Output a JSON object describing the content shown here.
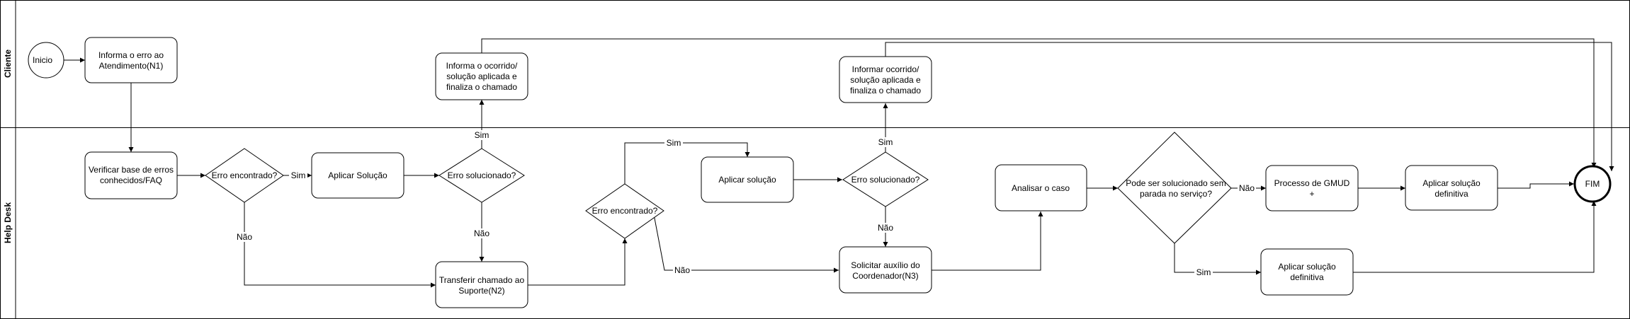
{
  "lanes": {
    "cliente": "Cliente",
    "help_desk": "Help Desk"
  },
  "nodes": {
    "inicio": "Inicio",
    "informa_erro_1": "Informa o erro ao",
    "informa_erro_2": "Atendimento(N1)",
    "verificar_1": "Verificar base de erros",
    "verificar_2": "conhecidos/FAQ",
    "erro_encontrado_1": "Erro encontrado?",
    "aplicar_solucao_1": "Aplicar Solução",
    "erro_solucionado_1": "Erro solucionado?",
    "informa_ocorrido_1a": "Informa o ocorrido/",
    "informa_ocorrido_1b": "solução aplicada e",
    "informa_ocorrido_1c": "finaliza o chamado",
    "transferir_1": "Transferir chamado ao",
    "transferir_2": "Suporte(N2)",
    "erro_encontrado_2": "Erro encontrado?",
    "aplicar_solucao_2": "Aplicar solução",
    "erro_solucionado_2": "Erro solucionado?",
    "informar_ocorrido_2a": "Informar ocorrido/",
    "informar_ocorrido_2b": "solução aplicada e",
    "informar_ocorrido_2c": "finaliza o chamado",
    "solicitar_1": "Solicitar auxílio do",
    "solicitar_2": "Coordenador(N3)",
    "analisar": "Analisar o caso",
    "pode_ser_1": "Pode ser solucionado sem",
    "pode_ser_2": "parada no serviço?",
    "gmud_1": "Processo de GMUD",
    "gmud_2": "+",
    "aplicar_definitiva_1a": "Aplicar solução",
    "aplicar_definitiva_1b": "definitiva",
    "aplicar_definitiva_2a": "Aplicar solução",
    "aplicar_definitiva_2b": "definitiva",
    "fim": "FIM"
  },
  "edge_labels": {
    "sim_1": "Sim",
    "nao_1": "Não",
    "sim_2": "Sim",
    "nao_2": "Não",
    "sim_3": "Sim",
    "nao_3": "Não",
    "sim_4": "Sim",
    "nao_4": "Não",
    "nao_5": "Não",
    "sim_5": "Sim"
  }
}
